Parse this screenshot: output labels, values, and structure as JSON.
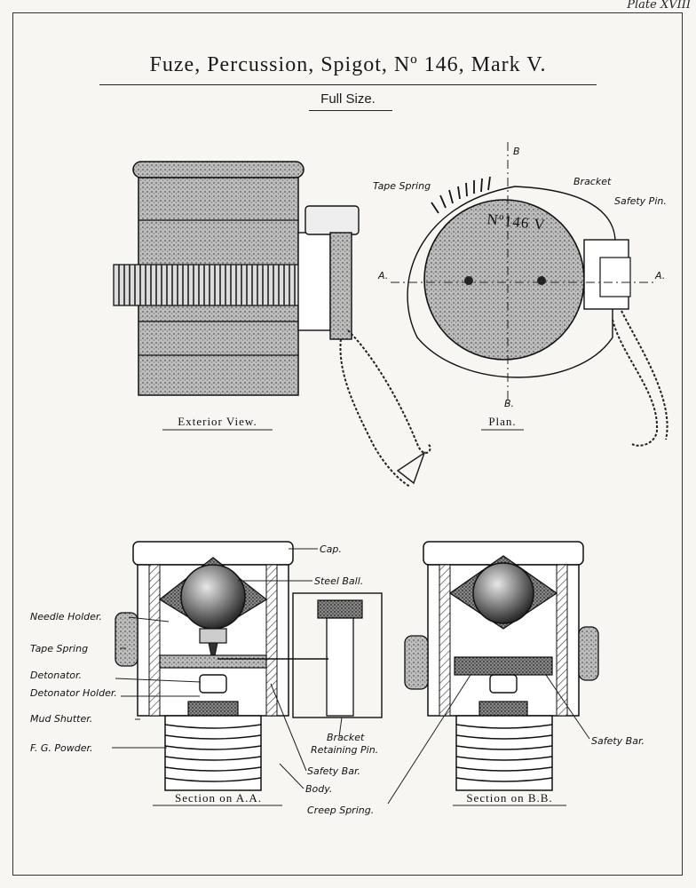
{
  "plate": "Plate XVIII",
  "title": "Fuze, Percussion, Spigot, Nº 146, Mark V.",
  "subtitle": "Full Size.",
  "views": {
    "exterior": "Exterior View.",
    "plan": "Plan.",
    "section_aa": "Section on A.A.",
    "section_bb": "Section on B.B."
  },
  "plan_labels": {
    "marking": "Nº146 V",
    "tape_spring": "Tape Spring",
    "bracket": "Bracket",
    "safety_pin": "Safety Pin.",
    "a_left": "A.",
    "a_right": "A.",
    "b_top": "B",
    "b_bottom": "B."
  },
  "section_labels": {
    "cap": "Cap.",
    "steel_ball": "Steel Ball.",
    "needle_holder": "Needle Holder.",
    "tape_spring": "Tape Spring",
    "detonator": "Detonator.",
    "detonator_holder": "Detonator Holder.",
    "mud_shutter": "Mud Shutter.",
    "fg_powder": "F. G. Powder.",
    "bracket_retaining_pin_1": "Bracket",
    "bracket_retaining_pin_2": "Retaining Pin.",
    "safety_bar_aa": "Safety Bar.",
    "body": "Body.",
    "creep_spring": "Creep Spring.",
    "safety_bar_bb": "Safety Bar."
  }
}
